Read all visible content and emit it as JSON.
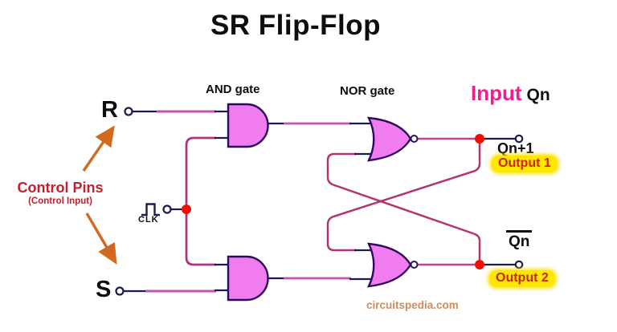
{
  "title": "SR Flip-Flop",
  "diagram": {
    "gate_labels": {
      "and": "AND gate",
      "nor": "NOR gate"
    },
    "inputs": {
      "r": "R",
      "s": "S",
      "clk": "CLK"
    },
    "annotations": {
      "control_pins": "Control Pins",
      "control_input": "(Control Input)",
      "input_word": "Input",
      "input_qn": "Qn"
    },
    "outputs": {
      "qn_plus_1": "Qn+1",
      "output_1": "Output 1",
      "qn_bar": "Qn",
      "output_2": "Output 2"
    },
    "watermark": "circuitspedia.com"
  },
  "colors": {
    "gate_fill": "#f07cef",
    "gate_stroke": "#2d0a5e",
    "wire_navy": "#1b1b52",
    "wire_pink": "#c453ae",
    "wire_crimson": "#b5336f",
    "junction_red": "#ee1005",
    "accent_magenta": "#ec1f8e",
    "control_red": "#c41e2f",
    "arrow_orange": "#d2691e",
    "highlight_yellow": "#ffe800",
    "output_text_red": "#cc2312",
    "watermark_orange": "#d08b5e"
  }
}
